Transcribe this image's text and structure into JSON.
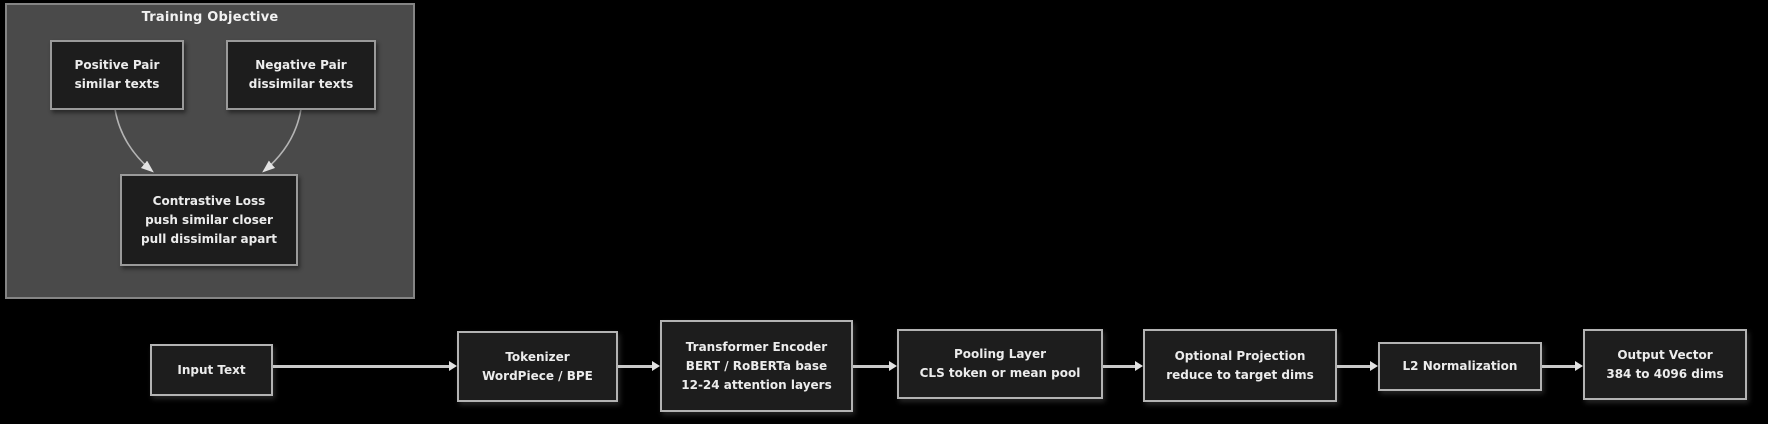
{
  "training_objective": {
    "title": "Training Objective",
    "positive_pair": {
      "title": "Positive Pair",
      "subtitle": "similar texts"
    },
    "negative_pair": {
      "title": "Negative Pair",
      "subtitle": "dissimilar texts"
    },
    "contrastive_loss": {
      "title": "Contrastive Loss",
      "line2": "push similar closer",
      "line3": "pull dissimilar apart"
    }
  },
  "pipeline": {
    "nodes": [
      {
        "lines": [
          "Input Text"
        ]
      },
      {
        "lines": [
          "Tokenizer",
          "WordPiece / BPE"
        ]
      },
      {
        "lines": [
          "Transformer Encoder",
          "BERT / RoBERTa base",
          "12-24 attention layers"
        ]
      },
      {
        "lines": [
          "Pooling Layer",
          "CLS token or mean pool"
        ]
      },
      {
        "lines": [
          "Optional Projection",
          "reduce to target dims"
        ]
      },
      {
        "lines": [
          "L2 Normalization"
        ]
      },
      {
        "lines": [
          "Output Vector",
          "384 to 4096 dims"
        ]
      }
    ]
  },
  "colors": {
    "background": "#000000",
    "panel_fill": "#4a4a4a",
    "panel_border": "#858585",
    "node_fill": "#1d1d1d",
    "node_border": "#b3b3b3",
    "inner_border": "#9a9a9a",
    "text": "#ececec",
    "connector": "#c9c9c9",
    "arrowhead": "#e2e2e2"
  }
}
